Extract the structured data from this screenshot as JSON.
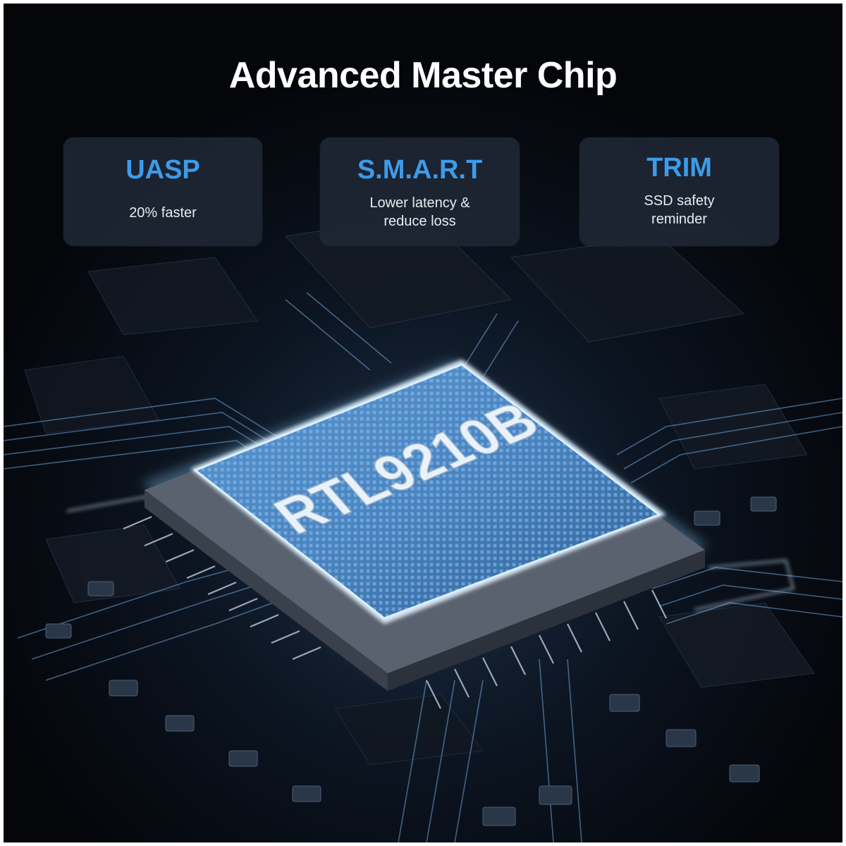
{
  "title": "Advanced Master Chip",
  "features": [
    {
      "heading": "UASP",
      "description": "20% faster"
    },
    {
      "heading": "S.M.A.R.T",
      "description": "Lower latency &\nreduce loss"
    },
    {
      "heading": "TRIM",
      "description": "SSD safety\nreminder"
    }
  ],
  "chip_label": "RTL9210B",
  "colors": {
    "background": "#05070b",
    "card": "#1e2634",
    "accent": "#3d9be9",
    "chip_blue": "#4f8fd0",
    "glow": "#bfe4ff"
  }
}
